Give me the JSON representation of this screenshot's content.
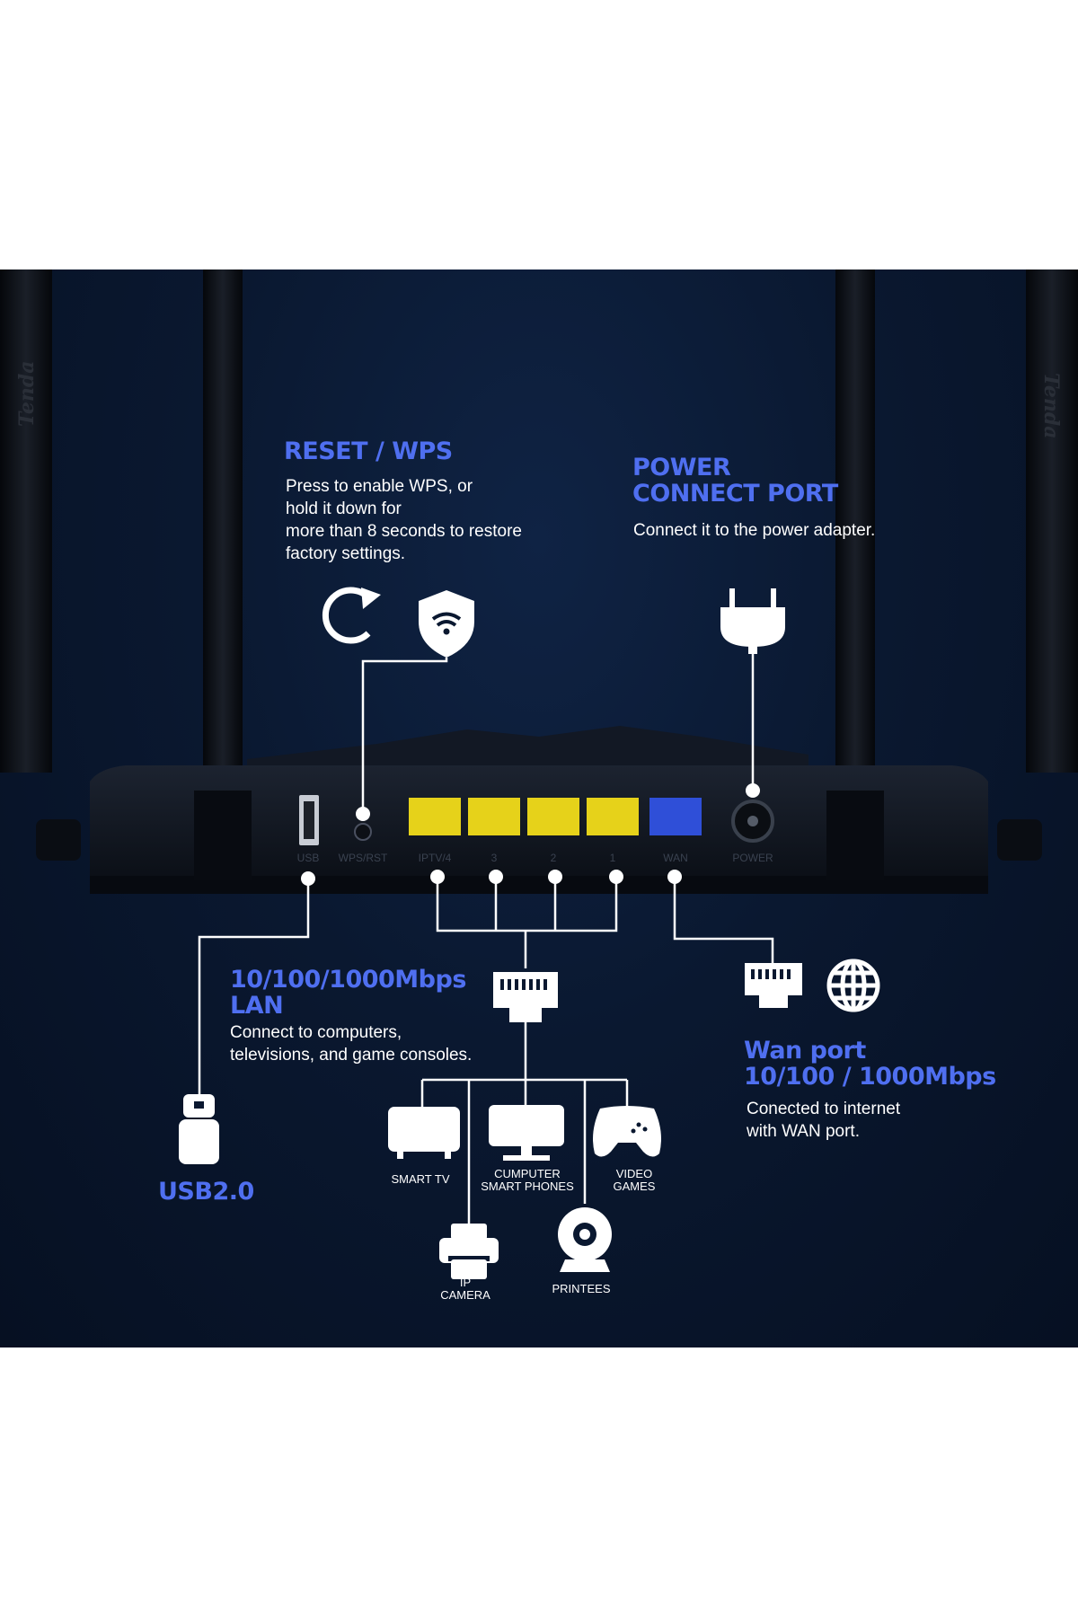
{
  "brand": "Tenda",
  "sections": {
    "reset_wps": {
      "title": "RESET / WPS",
      "lines": [
        "Press to enable WPS, or",
        "hold it down for",
        "more than 8 seconds to restore",
        "factory settings."
      ]
    },
    "power": {
      "title_lines": [
        "POWER",
        "CONNECT PORT"
      ],
      "desc": "Connect it to the power adapter."
    },
    "lan": {
      "title_lines": [
        "10/100/1000Mbps",
        "LAN"
      ],
      "lines": [
        "Connect to computers,",
        "televisions, and game consoles."
      ]
    },
    "wan": {
      "title_lines": [
        "Wan port",
        "10/100 / 1000Mbps"
      ],
      "lines": [
        "Conected to internet",
        "with WAN port."
      ]
    },
    "usb": {
      "title": "USB2.0"
    }
  },
  "ports": {
    "usb": "USB",
    "wps_rst": "WPS/RST",
    "iptv": "IPTV/4",
    "lan3": "3",
    "lan2": "2",
    "lan1": "1",
    "wan": "WAN",
    "power": "POWER"
  },
  "devices": {
    "smart_tv": [
      "SMART TV"
    ],
    "computer": [
      "CUMPUTER",
      "SMART PHONES"
    ],
    "video_games": [
      "VIDEO",
      "GAMES"
    ],
    "ip_camera": [
      "IP",
      "CAMERA"
    ],
    "printees": [
      "PRINTEES"
    ]
  },
  "colors": {
    "heading": "#4f6ff0",
    "lan_port": "#e6d21a",
    "wan_port": "#2f4fd8",
    "background": "#0a1830"
  },
  "icons": [
    "reset-icon",
    "wifi-shield-icon",
    "power-plug-icon",
    "ethernet-icon",
    "globe-icon",
    "usb-drive-icon",
    "tv-icon",
    "monitor-icon",
    "gamepad-icon",
    "printer-icon",
    "webcam-icon"
  ]
}
